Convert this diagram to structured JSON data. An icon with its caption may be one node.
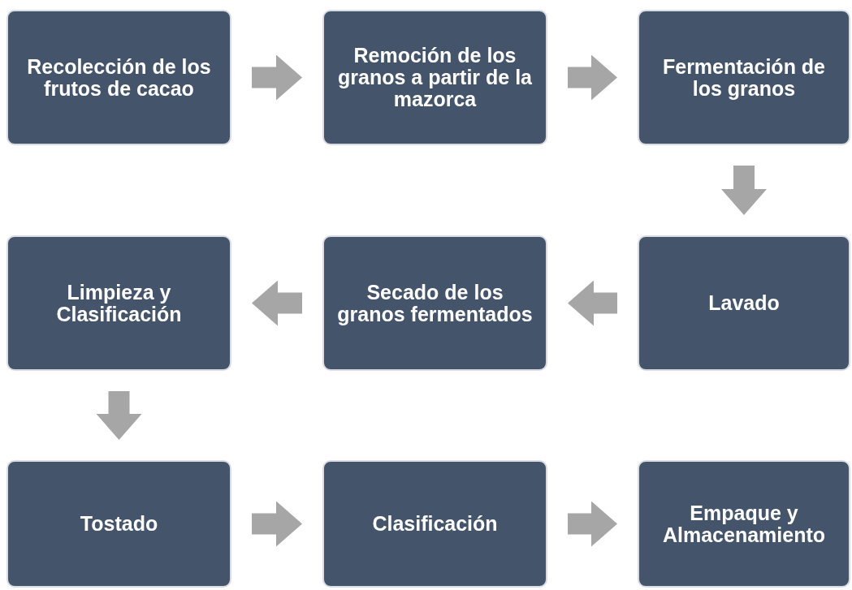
{
  "diagram": {
    "nodes": [
      {
        "text": [
          "Recolección de los frutos de cacao"
        ]
      },
      {
        "text": [
          "Remoción de los granos a partir de la mazorca"
        ]
      },
      {
        "text": [
          "Fermentación de los granos"
        ]
      },
      {
        "text": [
          "Limpieza y Clasificación"
        ]
      },
      {
        "text": [
          "Secado de los granos fermentados"
        ]
      },
      {
        "text": [
          "Lavado"
        ]
      },
      {
        "text": [
          "Tostado"
        ]
      },
      {
        "text": [
          "Clasificación"
        ]
      },
      {
        "text": [
          "Empaque y Almacenamiento"
        ]
      }
    ],
    "edges": [
      {
        "from": 0,
        "to": 1,
        "arrow": "to"
      },
      {
        "from": 1,
        "to": 2,
        "arrow": "to"
      },
      {
        "from": 2,
        "to": 5,
        "arrow": "to"
      },
      {
        "from": 5,
        "to": 4,
        "arrow": "to"
      },
      {
        "from": 4,
        "to": 3,
        "arrow": "to"
      },
      {
        "from": 3,
        "to": 6,
        "arrow": "to"
      },
      {
        "from": 6,
        "to": 7,
        "arrow": "to"
      },
      {
        "from": 7,
        "to": 8,
        "arrow": "to"
      }
    ]
  }
}
